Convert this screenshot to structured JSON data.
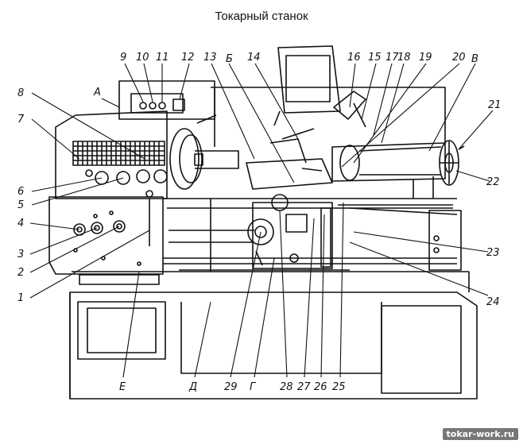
{
  "title": "Токарный станок",
  "watermark": "tokar-work.ru",
  "labels": {
    "A": "А",
    "B": "Б",
    "V": "В",
    "G": "Г",
    "D": "Д",
    "E": "Е",
    "n1": "1",
    "n2": "2",
    "n3": "3",
    "n4": "4",
    "n5": "5",
    "n6": "6",
    "n7": "7",
    "n8": "8",
    "n9": "9",
    "n10": "10",
    "n11": "11",
    "n12": "12",
    "n13": "13",
    "n14": "14",
    "n15": "15",
    "n16": "16",
    "n17": "17",
    "n18": "18",
    "n19": "19",
    "n20": "20",
    "n21": "21",
    "n22": "22",
    "n23": "23",
    "n24": "24",
    "n25": "25",
    "n26": "26",
    "n27": "27",
    "n28": "28",
    "n29": "29"
  },
  "colors": {
    "ink": "#111111",
    "paper": "#ffffff"
  }
}
